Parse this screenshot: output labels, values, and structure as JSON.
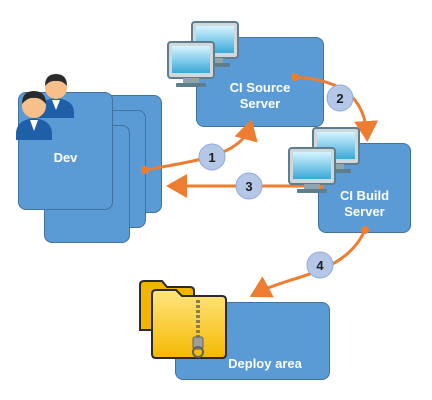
{
  "nodes": {
    "dev": {
      "label": "Dev"
    },
    "ci_source": {
      "label_line1": "CI Source",
      "label_line2": "Server"
    },
    "ci_build": {
      "label_line1": "CI Build",
      "label_line2": "Server"
    },
    "deploy": {
      "label": "Deploy area"
    }
  },
  "steps": [
    "1",
    "2",
    "3",
    "4"
  ],
  "icons": {
    "dev": "users-icon",
    "ci_source": "computers-icon",
    "ci_build": "computers-icon",
    "deploy": "zip-folder-icon"
  },
  "colors": {
    "box_fill": "#5b9bd5",
    "box_border": "#41719c",
    "arrow": "#ed7d31",
    "step_badge": "#b4c7e7"
  }
}
